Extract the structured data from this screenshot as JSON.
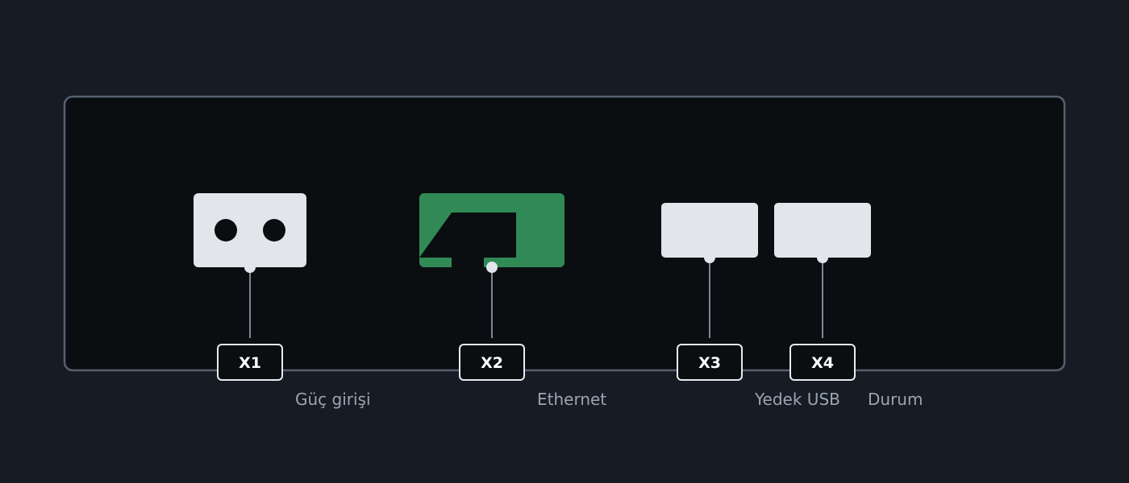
{
  "ports": [
    {
      "id": "X1",
      "caption": "Güç girişi",
      "icon": "power-socket-icon"
    },
    {
      "id": "X2",
      "caption": "Ethernet",
      "icon": "ethernet-port-icon"
    },
    {
      "id": "X3",
      "caption": "Yedek USB",
      "icon": "usb-port-icon"
    },
    {
      "id": "X4",
      "caption": "Durum",
      "icon": "usb-port-icon"
    }
  ],
  "colors": {
    "background": "#161b24",
    "panel_fill": "#0a0e11",
    "panel_stroke": "#566070",
    "port_light": "#e2e6ea",
    "ethernet_green": "#318a56",
    "tag_fill": "#0a0e11",
    "tag_stroke": "#e8ecef",
    "caption_text": "#9aa6b4"
  }
}
